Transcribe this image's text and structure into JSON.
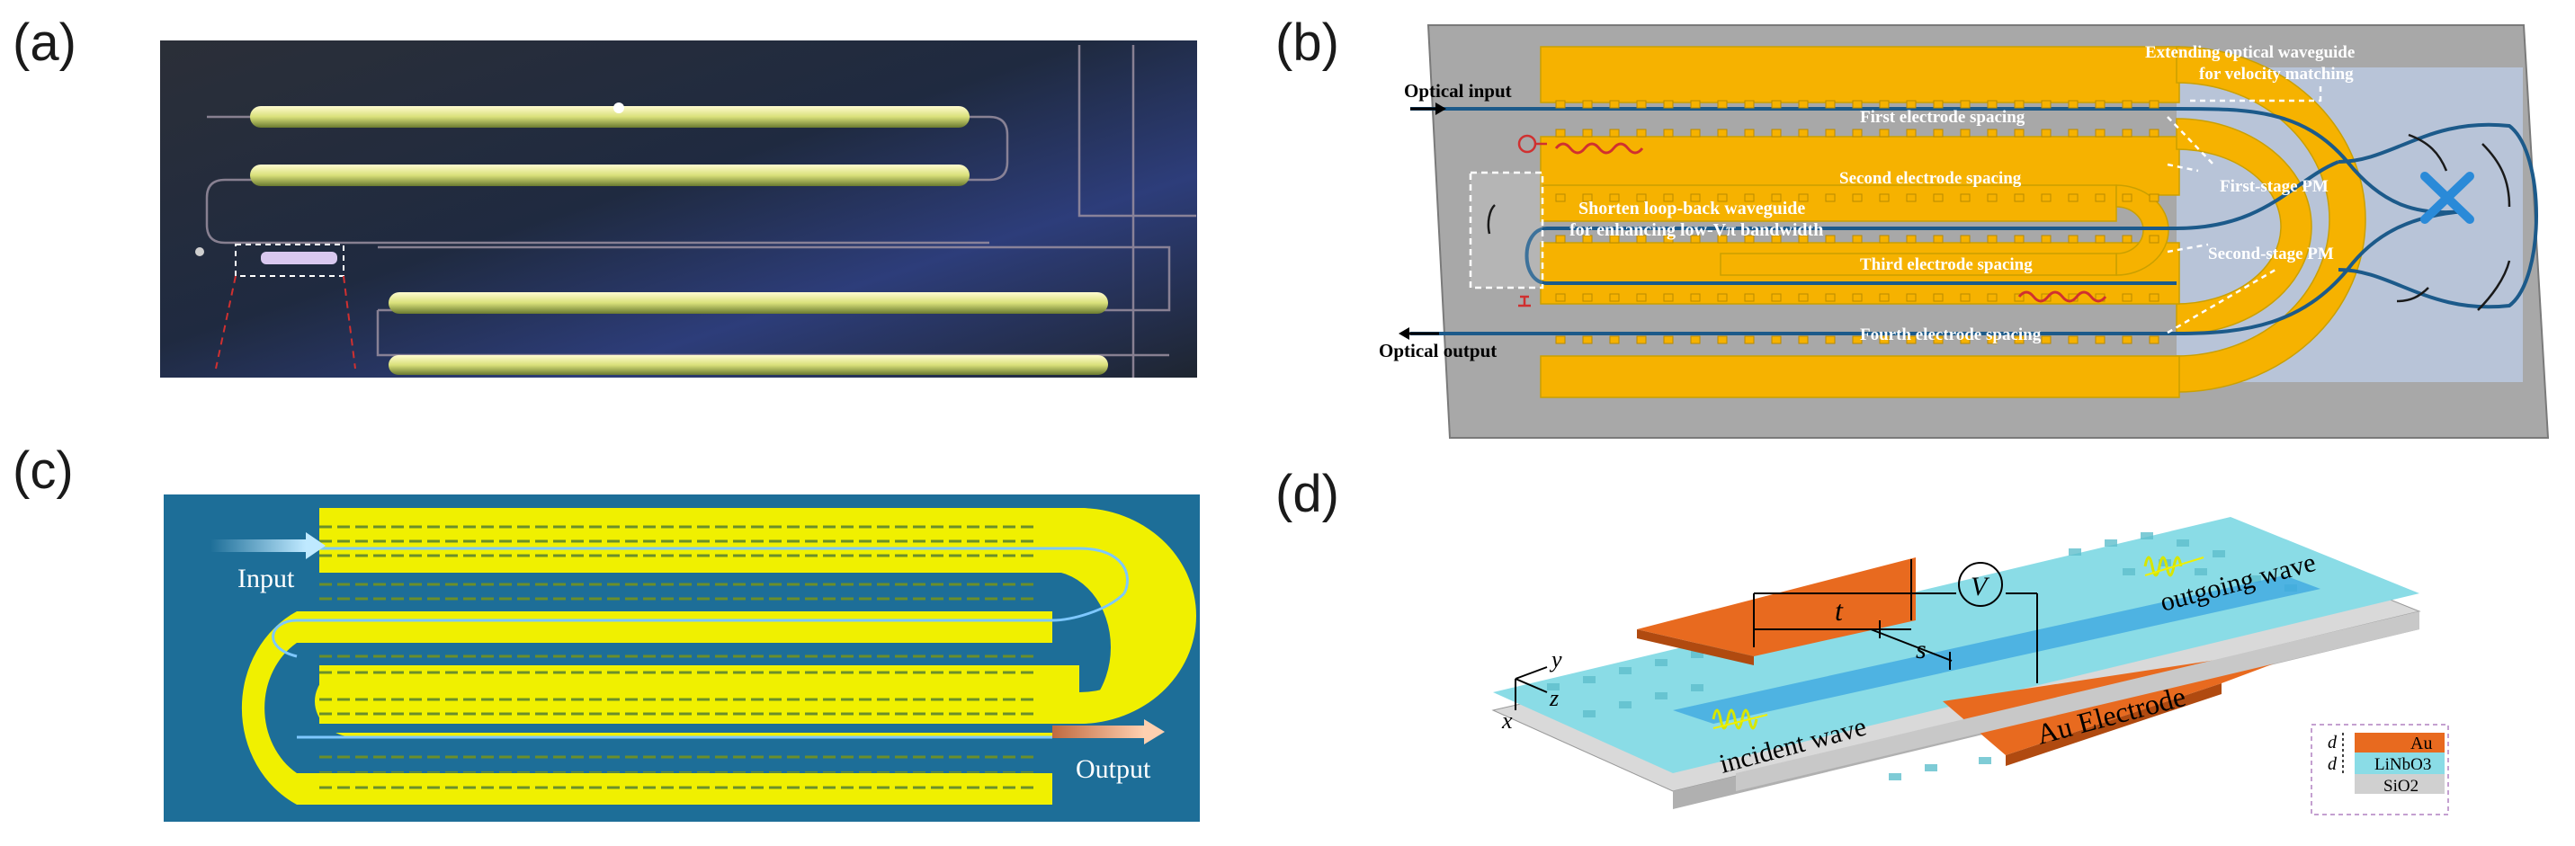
{
  "panels": {
    "a": {
      "letter": "(a)"
    },
    "b": {
      "letter": "(b)",
      "optical_input": "Optical input",
      "optical_output": "Optical output",
      "extending_line1": "Extending optical waveguide",
      "extending_line2": "for velocity matching",
      "first_spacing": "First electrode spacing",
      "second_spacing": "Second electrode spacing",
      "third_spacing": "Third electrode spacing",
      "fourth_spacing": "Fourth electrode spacing",
      "first_stage": "First-stage PM",
      "second_stage": "Second-stage PM",
      "shorten_line1": "Shorten loop-back waveguide",
      "shorten_line2": "for enhancing low-Vπ bandwidth"
    },
    "c": {
      "letter": "(c)",
      "input": "Input",
      "output": "Output"
    },
    "d": {
      "letter": "(d)",
      "voltage": "V",
      "t_label": "t",
      "s_label": "s",
      "outgoing": "outgoing wave",
      "incident": "incident wave",
      "electrode": "Au Electrode",
      "axis_y": "y",
      "axis_z": "z",
      "axis_x": "x",
      "legend_au": "Au",
      "legend_linbo3": "LiNbO3",
      "legend_sio2": "SiO2",
      "legend_d1": "d",
      "legend_d2": "d"
    }
  },
  "colors": {
    "gold": "#f6b200",
    "yellow": "#f0f000",
    "teal_bg": "#1d6e98",
    "platform": "#a6a6a6",
    "cyan": "#7fd6de",
    "electrode_orange": "#e86a1f"
  }
}
